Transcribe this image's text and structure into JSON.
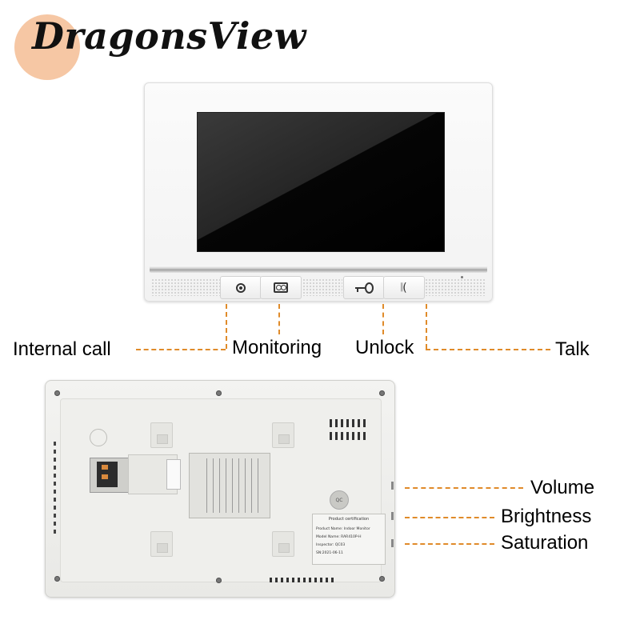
{
  "brand": {
    "name": "DragonsView",
    "circle_color": "#f6c7a4"
  },
  "front_panel": {
    "buttons": [
      {
        "function": "Internal call",
        "icon": "circle-dot-icon"
      },
      {
        "function": "Monitoring",
        "icon": "camera-icon"
      },
      {
        "function": "Unlock",
        "icon": "key-icon"
      },
      {
        "function": "Talk",
        "icon": "handset-icon"
      }
    ],
    "talk_glyph": "𝄁("
  },
  "labels": {
    "internal_call": "Internal call",
    "monitoring": "Monitoring",
    "unlock": "Unlock",
    "talk": "Talk",
    "volume": "Volume",
    "brightness": "Brightness",
    "saturation": "Saturation"
  },
  "back_panel": {
    "qc_badge": "QC",
    "certificate": {
      "title": "Product certification",
      "lines": [
        "Product Name: Indoor Monitor",
        "Model Name: RAR410P-H",
        "Inspector: QC03",
        "SN:2021-06-11"
      ]
    }
  },
  "colors": {
    "accent_dash": "#e08b2a",
    "text": "#000000"
  }
}
